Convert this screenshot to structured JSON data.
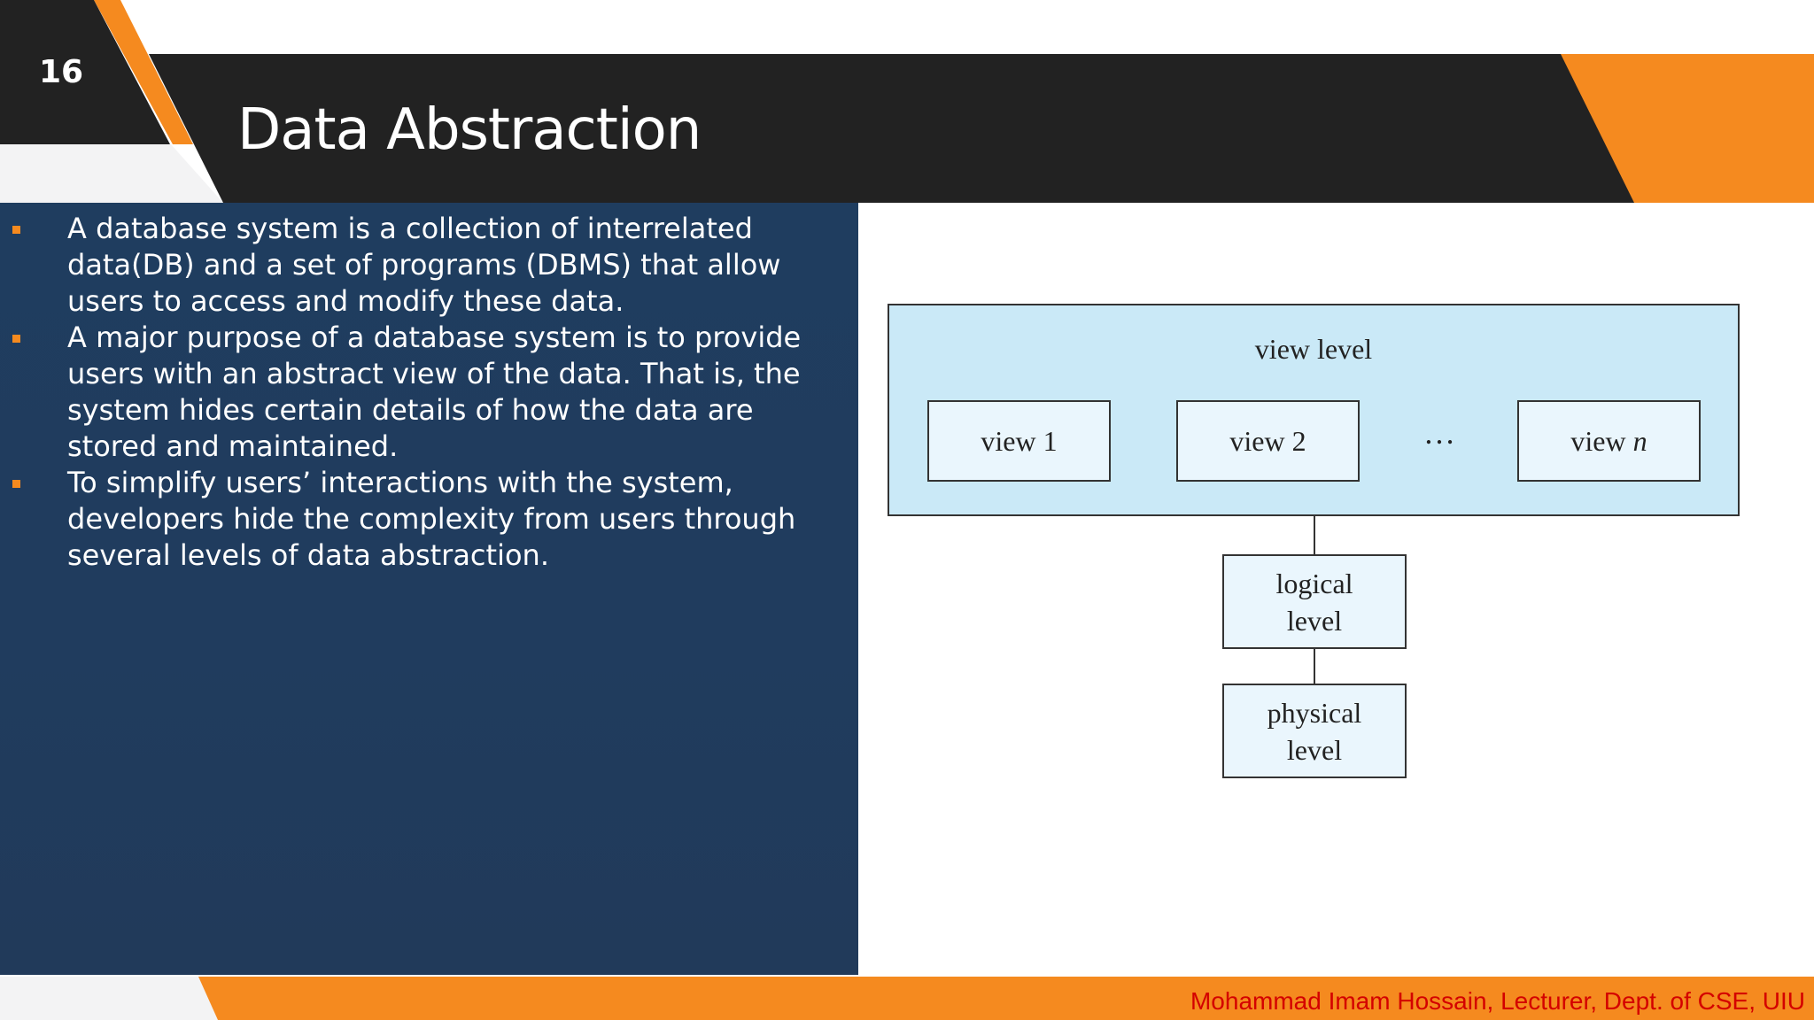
{
  "slide": {
    "number": "16",
    "title": "Data Abstraction"
  },
  "bullets": [
    "A database system is a collection of interrelated data(DB) and a set of programs (DBMS) that allow users to access and modify these data.",
    "A major purpose of a database system is to provide users with an abstract view of the data. That is, the system hides certain details of how the data are stored and maintained.",
    "To simplify users’ interactions with the system, developers hide the complexity from users through several levels of data abstraction."
  ],
  "diagram": {
    "view_level_label": "view level",
    "views": [
      "view 1",
      "view 2",
      "view"
    ],
    "view_n_suffix": "n",
    "ellipsis": "…",
    "logical_level": {
      "line1": "logical",
      "line2": "level"
    },
    "physical_level": {
      "line1": "physical",
      "line2": "level"
    }
  },
  "footer": "Mohammad Imam Hossain, Lecturer, Dept. of CSE, UIU",
  "colors": {
    "accent_orange": "#f58a1f",
    "dark_band": "#222222",
    "text_panel": "#203c5e",
    "diagram_fill": "#cae9f7",
    "footer_text": "#d40000"
  }
}
